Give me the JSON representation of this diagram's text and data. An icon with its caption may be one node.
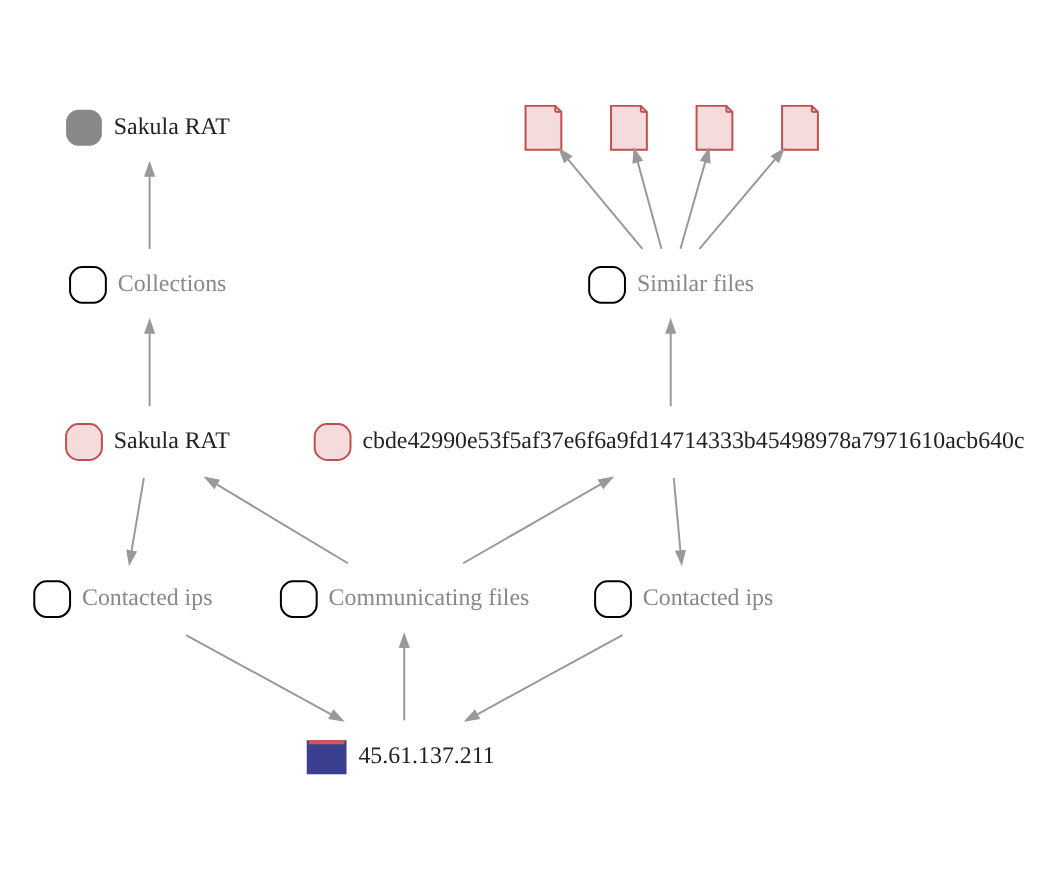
{
  "diagram": {
    "nodes": [
      {
        "text": [
          "Sakula RAT"
        ]
      },
      {
        "text": [],
        "shape": "file"
      },
      {
        "text": [],
        "shape": "file"
      },
      {
        "text": [],
        "shape": "file"
      },
      {
        "text": [
          "Similar files"
        ]
      },
      {
        "text": [],
        "shape": "file"
      },
      {
        "text": [
          "Collections"
        ]
      },
      {
        "text": [
          "Sakula RAT"
        ]
      },
      {
        "text": [
          "cbde42990e53f5af37e6f6a9fd14714333b45498978a7971610acb640c"
        ]
      },
      {
        "text": [
          "Contacted ips"
        ]
      },
      {
        "text": [
          "Communicating files"
        ]
      },
      {
        "text": [
          "Contacted ips"
        ]
      },
      {
        "text": [
          "45.61.137.211"
        ]
      }
    ],
    "edges": [
      {
        "from": 12,
        "to": 10,
        "arrow": "to"
      },
      {
        "from": 10,
        "to": 7,
        "arrow": "to"
      },
      {
        "from": 10,
        "to": 8,
        "arrow": "to"
      },
      {
        "from": 7,
        "to": 9,
        "arrow": "to"
      },
      {
        "from": 9,
        "to": 12,
        "arrow": "to"
      },
      {
        "from": 8,
        "to": 11,
        "arrow": "to"
      },
      {
        "from": 11,
        "to": 12,
        "arrow": "to"
      },
      {
        "from": 7,
        "to": 6,
        "arrow": "to"
      },
      {
        "from": 6,
        "to": 0,
        "arrow": "to"
      },
      {
        "from": 8,
        "to": 4,
        "arrow": "to"
      },
      {
        "from": 4,
        "to": 1,
        "arrow": "to"
      },
      {
        "from": 4,
        "to": 2,
        "arrow": "to"
      },
      {
        "from": 4,
        "to": 3,
        "arrow": "to"
      },
      {
        "from": 4,
        "to": 5,
        "arrow": "to"
      }
    ]
  }
}
